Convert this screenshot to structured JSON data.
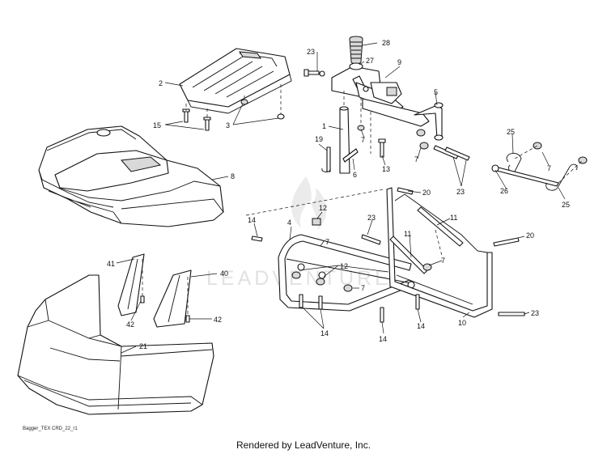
{
  "diagram": {
    "callouts": {
      "c1": "1",
      "c2": "2",
      "c3": "3",
      "c4": "4",
      "c5": "5",
      "c6": "6",
      "c7a": "7",
      "c7b": "7",
      "c7c": "7",
      "c7d": "7",
      "c7e": "7",
      "c7f": "7",
      "c8": "8",
      "c9": "9",
      "c10": "10",
      "c11a": "11",
      "c11b": "11",
      "c12a": "12",
      "c12b": "12",
      "c13": "13",
      "c14a": "14",
      "c14b": "14",
      "c14c": "14",
      "c14d": "14",
      "c15": "15",
      "c19": "19",
      "c20a": "20",
      "c20b": "20",
      "c21": "21",
      "c23a": "23",
      "c23b": "23",
      "c23c": "23",
      "c23d": "23",
      "c25a": "25",
      "c25b": "25",
      "c26": "26",
      "c27": "27",
      "c28": "28",
      "c40": "40",
      "c41": "41",
      "c42a": "42",
      "c42b": "42"
    },
    "drawing_code": "Bagger_TEX CRD_22_r1",
    "watermark": "LEADVENTURE",
    "credit": "Rendered by LeadVenture, Inc."
  }
}
